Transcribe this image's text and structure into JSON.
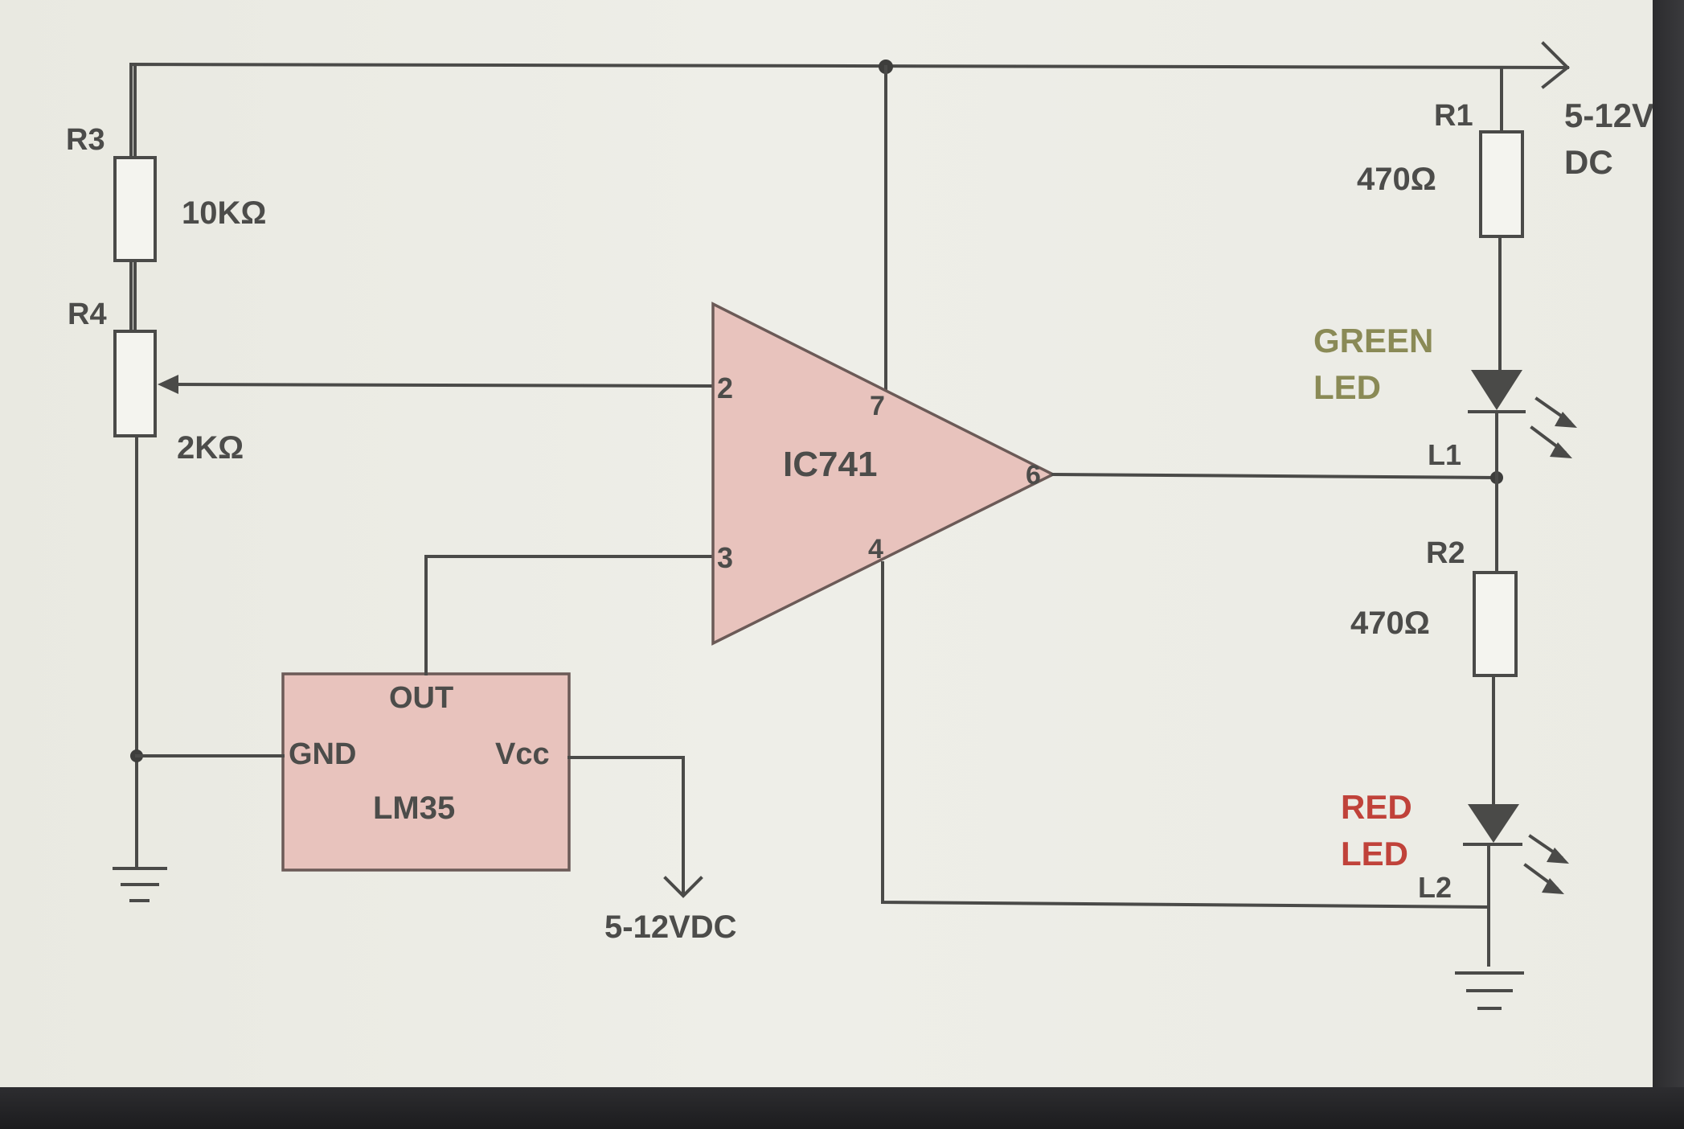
{
  "supply_label": [
    "5-12V",
    "DC"
  ],
  "r1": {
    "name": "R1",
    "value": "470Ω"
  },
  "r2": {
    "name": "R2",
    "value": "470Ω"
  },
  "r3": {
    "name": "R3",
    "value": "10KΩ"
  },
  "r4": {
    "name": "R4",
    "value": "2KΩ"
  },
  "green_led": {
    "line1": "GREEN",
    "line2": "LED",
    "color": "#8a8a56"
  },
  "red_led": {
    "line1": "RED",
    "line2": "LED",
    "color": "#c0423a"
  },
  "l1": "L1",
  "l2": "L2",
  "opamp": {
    "name": "IC741",
    "pins": {
      "inv": "2",
      "noninv": "3",
      "vplus": "7",
      "vminus": "4",
      "out": "6"
    }
  },
  "sensor": {
    "name": "LM35",
    "out": "OUT",
    "gnd": "GND",
    "vcc": "Vcc"
  },
  "sensor_supply": "5-12VDC",
  "colors": {
    "wire": "#4a4a48",
    "chip_fill": "#e8c3bd",
    "background": "#ecece5"
  }
}
